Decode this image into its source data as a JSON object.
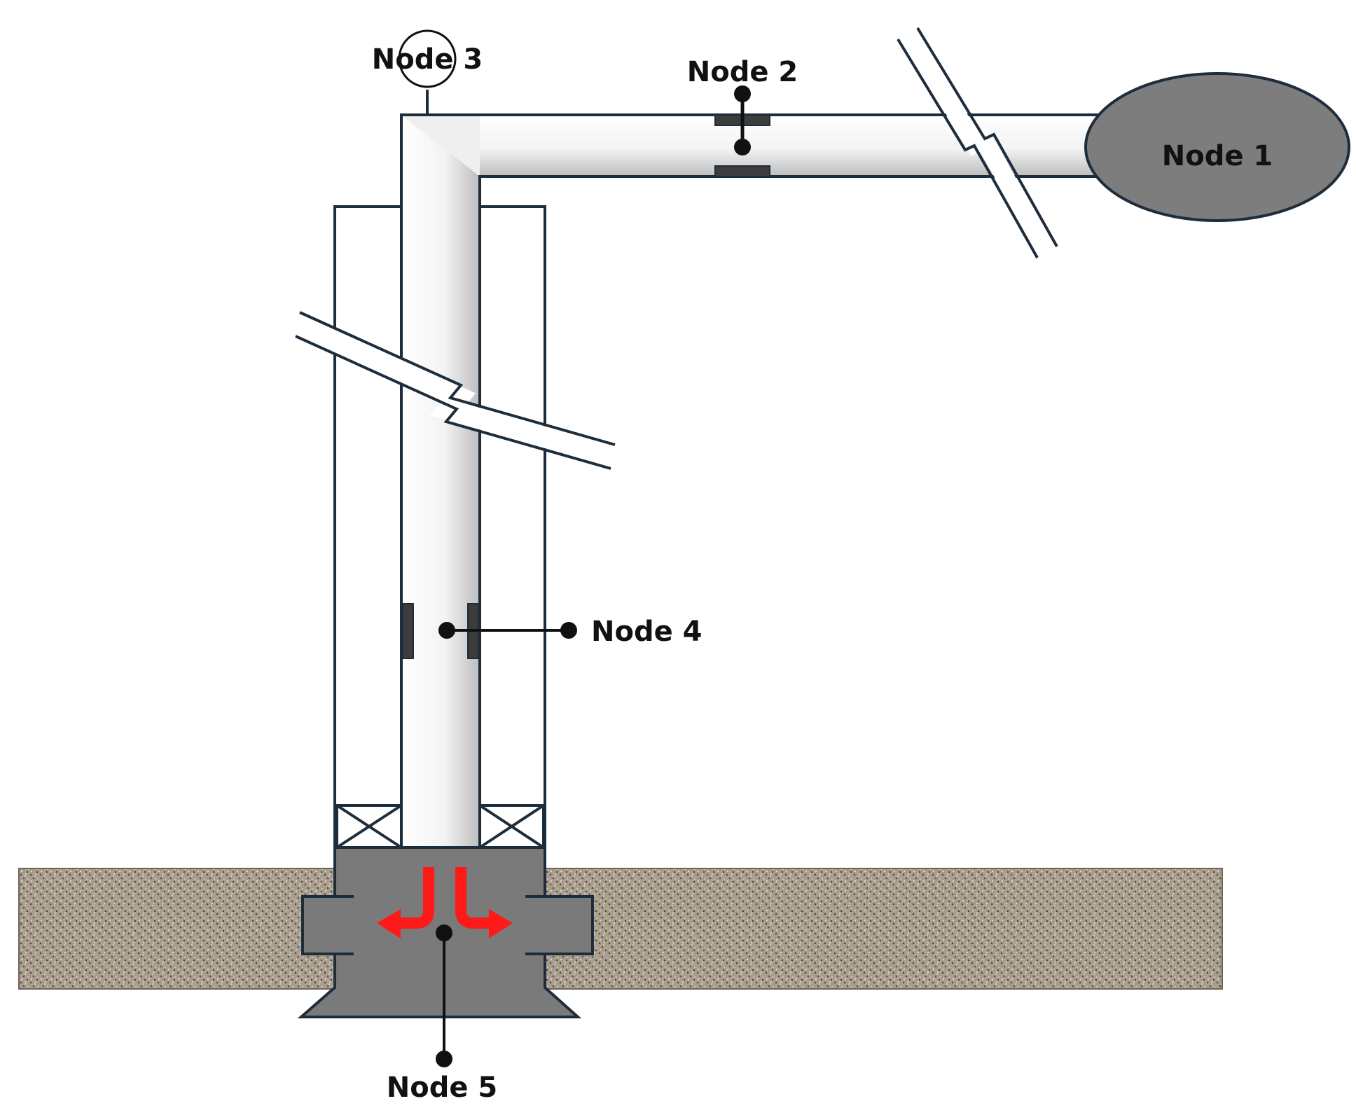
{
  "nodes": {
    "node1": "Node 1",
    "node2": "Node 2",
    "node3": "Node 3",
    "node4": "Node 4",
    "node5": "Node 5"
  },
  "colors": {
    "outline": "#1e2d3b",
    "pipe_white": "#ffffff",
    "pipe_shade": "#cfcfcf",
    "well_gray": "#7a7a7a",
    "node1_fill": "#7d7d7d",
    "ground": "#a89c8c",
    "flow_arrow": "#ff1a1a",
    "flange": "#3c3c3c"
  },
  "icons": {
    "flow": "red-flow-arrows",
    "pressure_gauge": "gauge-circle",
    "pipe_break": "break-symbol"
  }
}
